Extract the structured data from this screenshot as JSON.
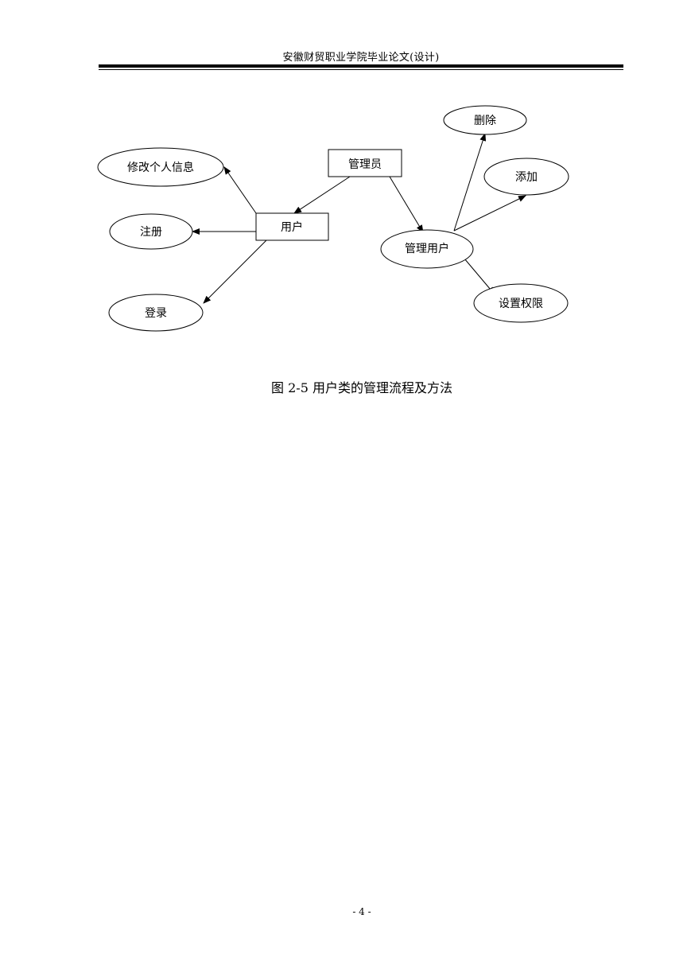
{
  "header": {
    "title": "安徽财贸职业学院毕业论文(设计)"
  },
  "diagram": {
    "nodes": {
      "admin": "管理员",
      "user": "用户",
      "manage_user": "管理用户",
      "edit_profile": "修改个人信息",
      "register": "注册",
      "login": "登录",
      "delete": "删除",
      "add": "添加",
      "set_permission": "设置权限"
    }
  },
  "caption": "图 2-5 用户类的管理流程及方法",
  "footer": {
    "page_number": "- 4 -"
  }
}
